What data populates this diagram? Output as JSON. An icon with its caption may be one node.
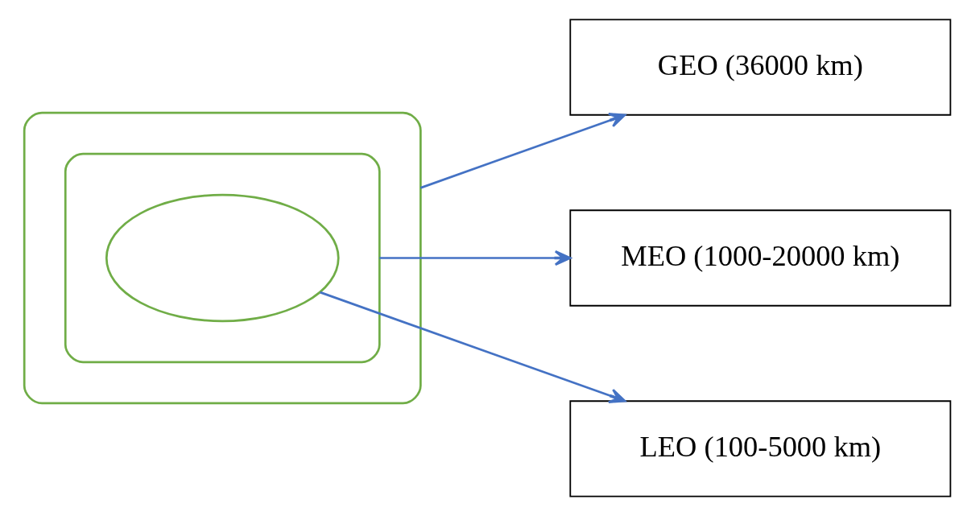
{
  "diagram": {
    "nodes": [
      {
        "text": [],
        "shape": "ellipse"
      },
      {
        "text": [],
        "shape": "ellipse",
        "in": 0
      },
      {
        "text": [],
        "shape": "ellipse",
        "in": 1
      },
      {
        "text": [
          "GEO (36000 km)"
        ]
      },
      {
        "text": [
          "MEO (1000-20000 km)"
        ]
      },
      {
        "text": [
          "LEO (100-5000 km)"
        ]
      }
    ],
    "edges": [
      {
        "from": 0,
        "to": 3,
        "arrow": "to"
      },
      {
        "from": 1,
        "to": 4,
        "arrow": "to"
      },
      {
        "from": 2,
        "to": 5,
        "arrow": "to"
      }
    ]
  }
}
